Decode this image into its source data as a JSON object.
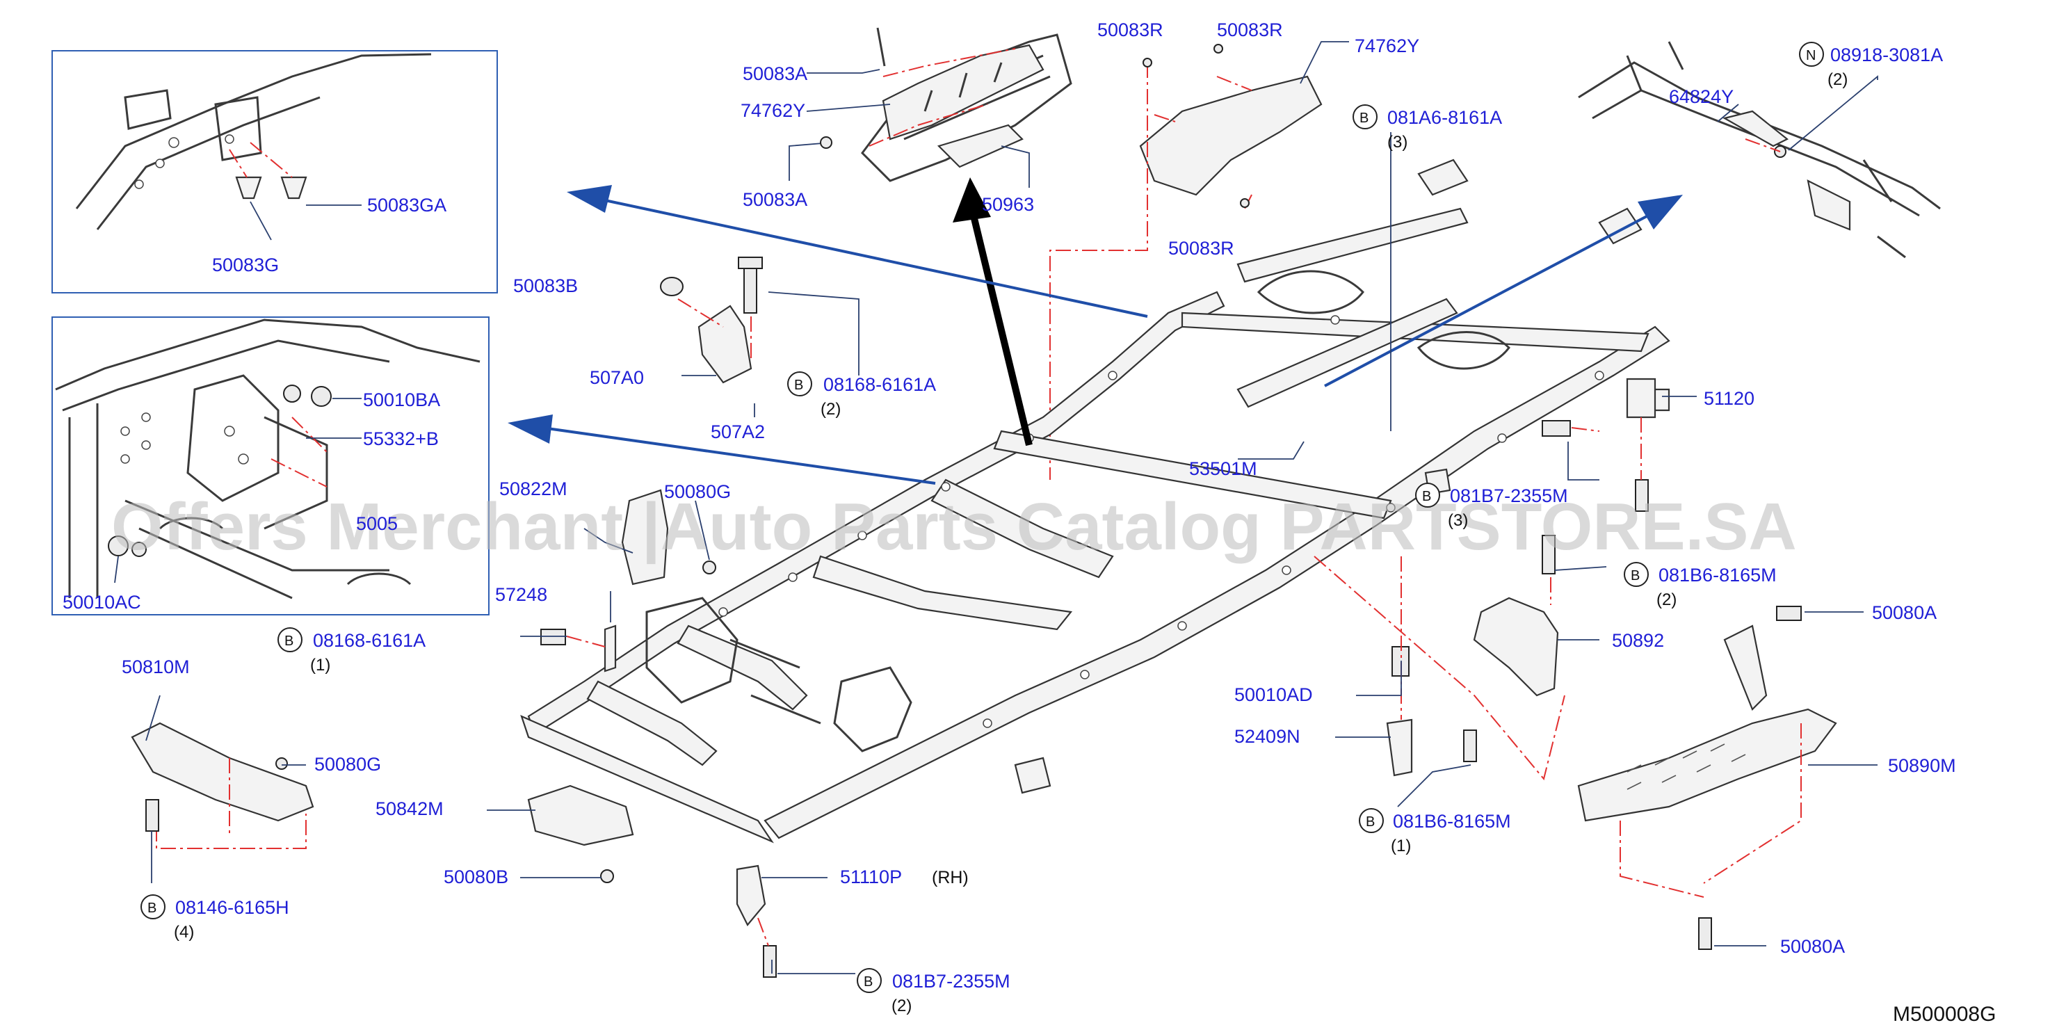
{
  "diagram_code": "M500008G",
  "watermark": "Offers Merchant |Auto Parts Catalog PARTSTORE.SA",
  "badges": {
    "bolt_b": "B",
    "nut_n": "N"
  },
  "labels": {
    "p50083A_top": "50083A",
    "p74762Y_left": "74762Y",
    "p50083A_bottom": "50083A",
    "p50963": "50963",
    "p50083R_a": "50083R",
    "p50083R_b": "50083R",
    "p74762Y_right": "74762Y",
    "p50083R_c": "50083R",
    "p081A6": "081A6-8161A",
    "q081A6": "(3)",
    "p08918": "08918-3081A",
    "q08918": "(2)",
    "p64824Y": "64824Y",
    "p50083GA": "50083GA",
    "p50083G": "50083G",
    "p50083B": "50083B",
    "p507A0": "507A0",
    "p507A2": "507A2",
    "p08168_top": "08168-6161A",
    "q08168_top": "(2)",
    "p50010BA": "50010BA",
    "p55332B": "55332+B",
    "p50010AC": "50010AC",
    "p53501M": "53501M",
    "p51120": "51120",
    "p081B7_mid": "081B7-2355M",
    "q081B7_mid": "(3)",
    "p50822M": "50822M",
    "p50080G_top": "50080G",
    "p57248": "57248",
    "p08168_bot": "08168-6161A",
    "q08168_bot": "(1)",
    "p081B6_top": "081B6-8165M",
    "q081B6_top": "(2)",
    "p50080A_top": "50080A",
    "p50892": "50892",
    "p50810M": "50810M",
    "p50080G_left": "50080G",
    "p50842M": "50842M",
    "p50010AD": "50010AD",
    "p52409N": "52409N",
    "p50890M": "50890M",
    "p50080B": "50080B",
    "p51110P": "51110P",
    "rh_note": "(RH)",
    "p081B6_bot": "081B6-8165M",
    "q081B6_bot": "(1)",
    "p08146": "08146-6165H",
    "q08146": "(4)",
    "p081B7_bot": "081B7-2355M",
    "q081B7_bot": "(2)",
    "p50080A_bot": "50080A",
    "p5005_partial": "5005"
  },
  "colors": {
    "label_blue": "#1f1fd6",
    "arrow_blue": "#1f4ea8",
    "leader_red": "#e23030",
    "outline": "#333333"
  }
}
